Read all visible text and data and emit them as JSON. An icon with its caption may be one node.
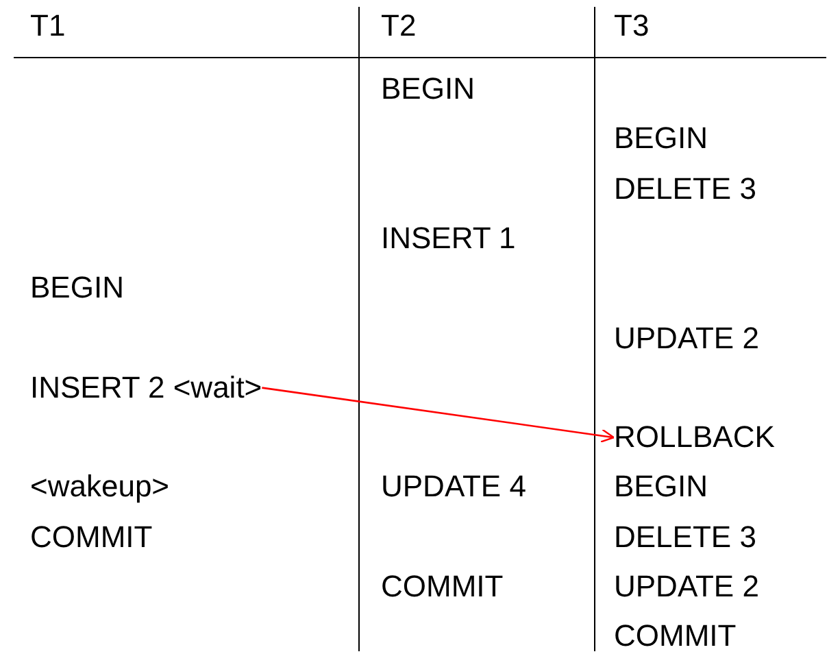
{
  "diagram": {
    "nodes": [
      {
        "text": [
          "INSERT 2 <wait>"
        ]
      },
      {
        "text": [
          "ROLLBACK"
        ]
      }
    ],
    "edges": [
      {
        "from": 0,
        "to": 1,
        "arrow": "to",
        "color": "#ff0000"
      }
    ],
    "labels": [
      "T1",
      "T2",
      "T3",
      "BEGIN",
      "BEGIN",
      "DELETE 3",
      "INSERT 1",
      "BEGIN",
      "UPDATE 2",
      "<wakeup>",
      "UPDATE 4",
      "BEGIN",
      "COMMIT",
      "DELETE 3",
      "COMMIT",
      "UPDATE 2",
      "COMMIT"
    ]
  }
}
